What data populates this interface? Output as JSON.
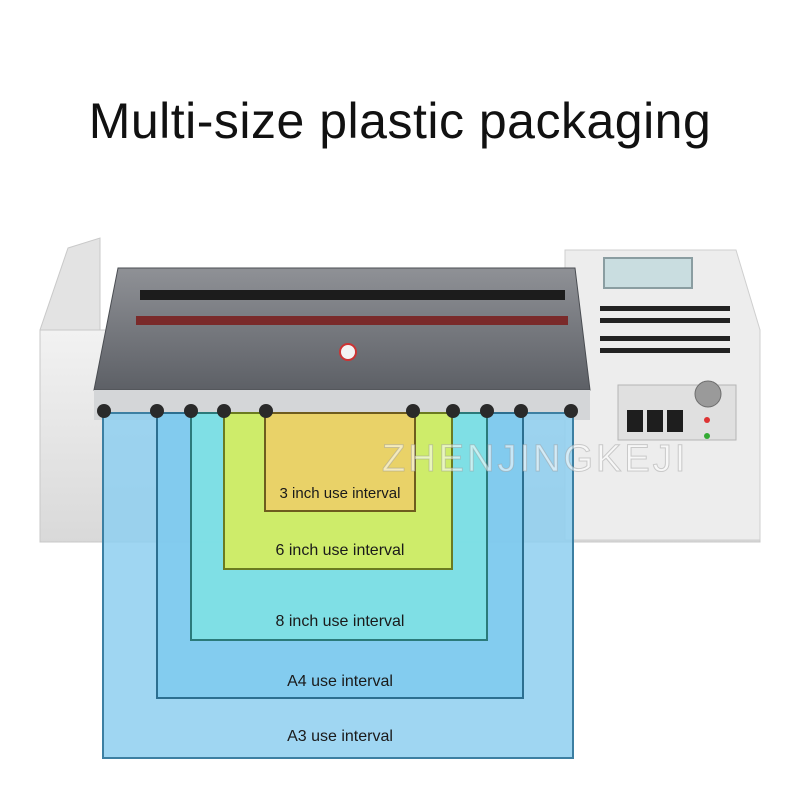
{
  "title": "Multi-size plastic packaging",
  "watermark": "ZHENJINGKEJI",
  "zones": {
    "a3": "A3 use interval",
    "a4": "A4 use interval",
    "in8": "8 inch use interval",
    "in6": "6 inch use interval",
    "in3": "3 inch use interval"
  },
  "colors": {
    "a3": "#a9d9f2",
    "a4": "#7fd0ee",
    "in8": "#7ee6e4",
    "in6": "#d6ee55",
    "in3": "#e8cd6c"
  }
}
